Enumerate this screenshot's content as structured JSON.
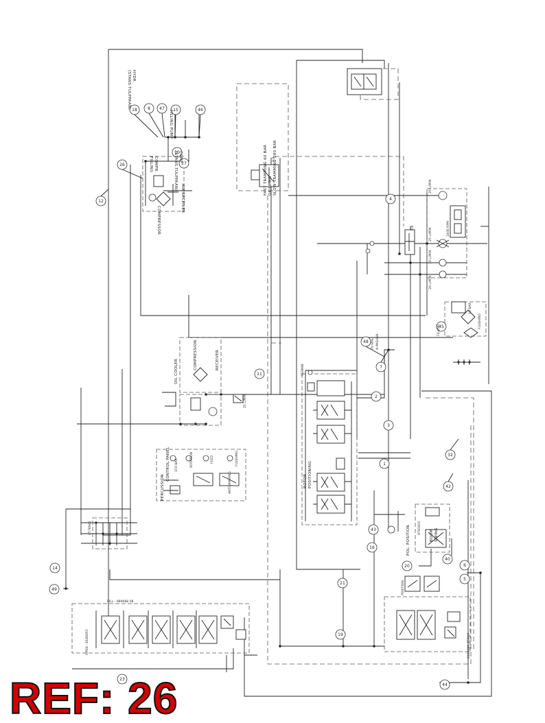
{
  "diagram": {
    "ref_label": "REF: 26",
    "callouts": [
      "12",
      "26",
      "18",
      "8",
      "47",
      "15",
      "46",
      "10",
      "27",
      "4",
      "45",
      "48",
      "7",
      "11",
      "2",
      "3",
      "1",
      "32",
      "42",
      "43",
      "16",
      "20",
      "40",
      "6",
      "5",
      "21",
      "19",
      "14",
      "49",
      "23",
      "44"
    ],
    "labels": {
      "hydr_tank": "HYDR\n(STANS.TULPPAAN)",
      "filling_pump": "FILLING PUMP",
      "comp": "COMP\n(STANS.TULPPAAN)",
      "compr_filling": "COMPR.\nFILLING",
      "compressor": "COMPRESSOR",
      "air_receiver": "AIR RECEIVER",
      "fast_tramming": "FAST TRAMMING 60 BAR\nDRILLING\nSLOW TRAMMING 280 BAR",
      "val_08_top": "0.8",
      "val_08_mid": "0.8",
      "flow_25_top": "25 L/MIN",
      "flow_25_mid": "25 L/MIN",
      "flow_30": "30 L/MIN",
      "flow_20": "20 L/MIN",
      "rpm_2400": "2400 RPM",
      "filling": "FILLING",
      "p10bar": "10 BAR",
      "flushing": "FLUSHING",
      "pump_a": "70 MPa\nA-PASHAN",
      "oil_cooler": "OIL COOLER",
      "compression": "COMPRESSION",
      "receiver": "RECEIVER",
      "flow_25_cooler": "25 L/MIN",
      "part_top_valve": "5S9898",
      "rotor_positioning": "ROTOR\nPOSITIONING",
      "control_panel": "CONTROL PANEL",
      "percussion": "PERCUSSION",
      "rotation": "ROTATION",
      "feed": "FEED",
      "flushing_panel": "FLUSHING",
      "anti_jamming": "ANTI JAMMING",
      "pressure_150": "150 BAR",
      "part_left": "0578946",
      "boom_swing": "BOOM\nSWING",
      "part_boom": "9783915",
      "pol_position": "POL. POSITION",
      "bottom_left_part": "OPEN - 8186055",
      "bottom_left_top": "FILL - 989688 08",
      "bottom_right_part": "8186080 ZEPOR",
      "bottom_right_pos": "POSITION"
    }
  }
}
